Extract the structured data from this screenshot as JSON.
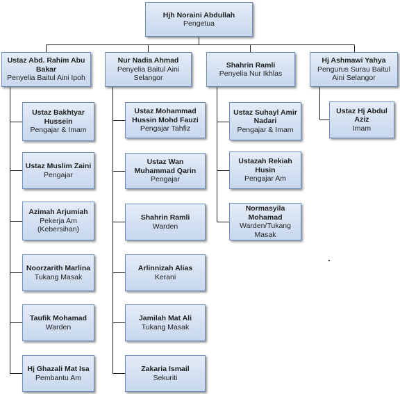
{
  "root": {
    "name": "Hjh Noraini Abdullah",
    "role": "Pengetua"
  },
  "branches": [
    {
      "head": {
        "name": "Ustaz Abd. Rahim Abu Bakar",
        "role": "Penyelia Baitul Aini Ipoh"
      },
      "members": [
        {
          "name": "Ustaz Bakhtyar Hussein",
          "role": "Pengajar & Imam"
        },
        {
          "name": "Ustaz Muslim Zaini",
          "role": "Pengajar"
        },
        {
          "name": "Azimah Arjumiah",
          "role": "Pekerja Am (Kebersihan)"
        },
        {
          "name": "Noorzarith Marlina",
          "role": "Tukang Masak"
        },
        {
          "name": "Taufik Mohamad",
          "role": "Warden"
        },
        {
          "name": "Hj Ghazali Mat Isa",
          "role": "Pembantu Am"
        }
      ]
    },
    {
      "head": {
        "name": "Nur Nadia Ahmad",
        "role": "Penyelia Baitul Aini Selangor"
      },
      "members": [
        {
          "name": "Ustaz Mohammad Hussin Mohd Fauzi",
          "role": "Pengajar Tahfiz"
        },
        {
          "name": "Ustaz Wan Muhammad Qarin",
          "role": "Pengajar"
        },
        {
          "name": "Shahrin Ramli",
          "role": "Warden"
        },
        {
          "name": "Arlinnizah Alias",
          "role": "Kerani"
        },
        {
          "name": "Jamilah Mat Ali",
          "role": "Tukang Masak"
        },
        {
          "name": "Zakaria Ismail",
          "role": "Sekuriti"
        }
      ]
    },
    {
      "head": {
        "name": "Shahrin Ramli",
        "role": "Penyelia Nur Ikhlas"
      },
      "members": [
        {
          "name": "Ustaz Suhayl Amir Nadari",
          "role": "Pengajar & Imam"
        },
        {
          "name": "Ustazah Rekiah Husin",
          "role": "Pengajar Am"
        },
        {
          "name": "Normasyila Mohamad",
          "role": "Warden/Tukang Masak"
        }
      ]
    },
    {
      "head": {
        "name": "Hj Ashmawi Yahya",
        "role": "Pengurus Surau Baitul Aini Selangor"
      },
      "members": [
        {
          "name": "Ustaz Hj Abdul Aziz",
          "role": "Imam"
        }
      ]
    }
  ]
}
